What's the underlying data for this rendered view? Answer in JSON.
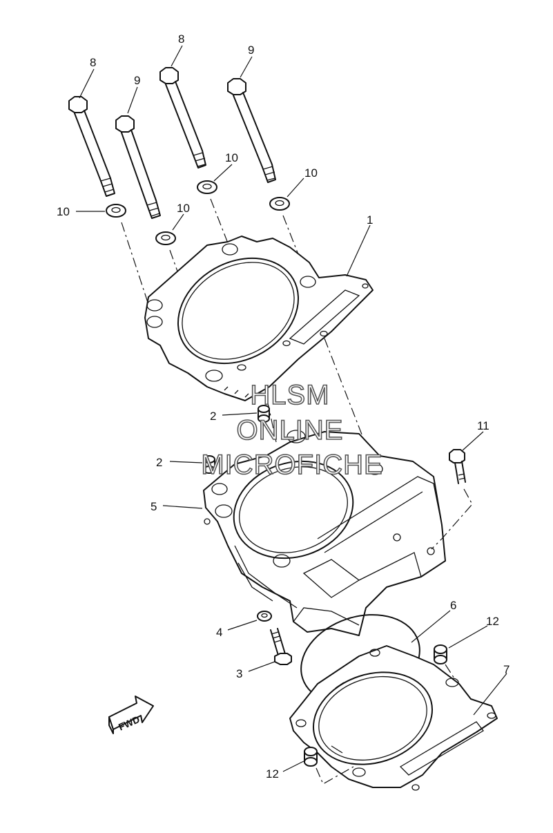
{
  "labels": {
    "l1": "1",
    "l2a": "2",
    "l2b": "2",
    "l3": "3",
    "l4": "4",
    "l5": "5",
    "l6": "6",
    "l7": "7",
    "l8a": "8",
    "l8b": "8",
    "l9a": "9",
    "l9b": "9",
    "l10a": "10",
    "l10b": "10",
    "l10c": "10",
    "l10d": "10",
    "l11": "11",
    "l12a": "12",
    "l12b": "12"
  },
  "watermark": {
    "line1": "HLSM",
    "line2": "ONLINE",
    "line3": "MICROFICHE"
  },
  "fwd_arrow": "FWD"
}
